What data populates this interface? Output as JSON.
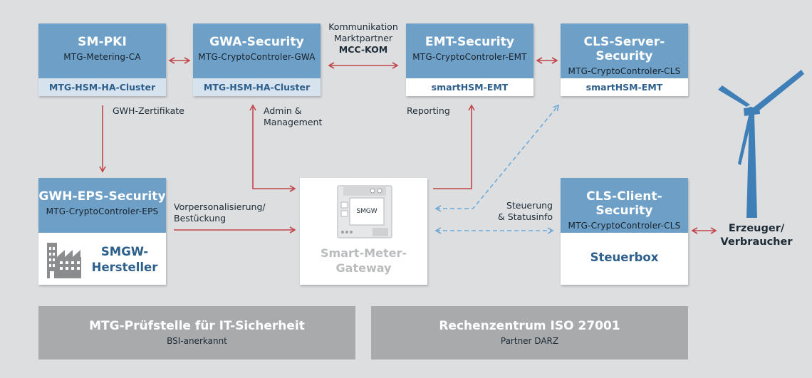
{
  "boxes": {
    "sm_pki": {
      "title": "SM-PKI",
      "subtitle": "MTG-Metering-CA",
      "footer": "MTG-HSM-HA-Cluster"
    },
    "gwa": {
      "title": "GWA-Security",
      "subtitle": "MTG-CryptoControler-GWA",
      "footer": "MTG-HSM-HA-Cluster"
    },
    "emt": {
      "title": "EMT-Security",
      "subtitle": "MTG-CryptoControler-EMT",
      "footer": "smartHSM-EMT"
    },
    "cls_server": {
      "title": "CLS-Server-Security",
      "subtitle": "MTG-CryptoControler-CLS",
      "footer": "smartHSM-EMT"
    },
    "gwh_eps": {
      "title": "GWH-EPS-Security",
      "subtitle": "MTG-CryptoControler-EPS",
      "body": [
        "SMGW-",
        "Hersteller"
      ]
    },
    "cls_client": {
      "title": "CLS-Client-Security",
      "subtitle": "MTG-CryptoControler-CLS",
      "body": "Steuerbox"
    },
    "smgw": {
      "device_label": "SMGW",
      "caption": [
        "Smart-Meter-",
        "Gateway"
      ]
    }
  },
  "labels": {
    "kommunikation": [
      "Kommunikation",
      "Marktpartner"
    ],
    "mcc_kom": "MCC-KOM",
    "gwh_zert": "GWH-Zertifikate",
    "admin": [
      "Admin &",
      "Management"
    ],
    "reporting": "Reporting",
    "vorpers": [
      "Vorpersonalisierung/",
      "Bestückung"
    ],
    "steuerung": [
      "Steuerung",
      "& Statusinfo"
    ],
    "erzeuger": [
      "Erzeuger/",
      "Verbraucher"
    ]
  },
  "bottom": {
    "left": {
      "title": "MTG-Prüfstelle für IT-Sicherheit",
      "subtitle": "BSI-anerkannt"
    },
    "right": {
      "title": "Rechenzentrum ISO 27001",
      "subtitle": "Partner DARZ"
    }
  },
  "colors": {
    "header_blue": "#6d9fc7",
    "arrow_red": "#c0464c",
    "dashed_blue": "#6fa9d8",
    "turbine": "#3f7fb8",
    "background": "#dcdee0"
  }
}
